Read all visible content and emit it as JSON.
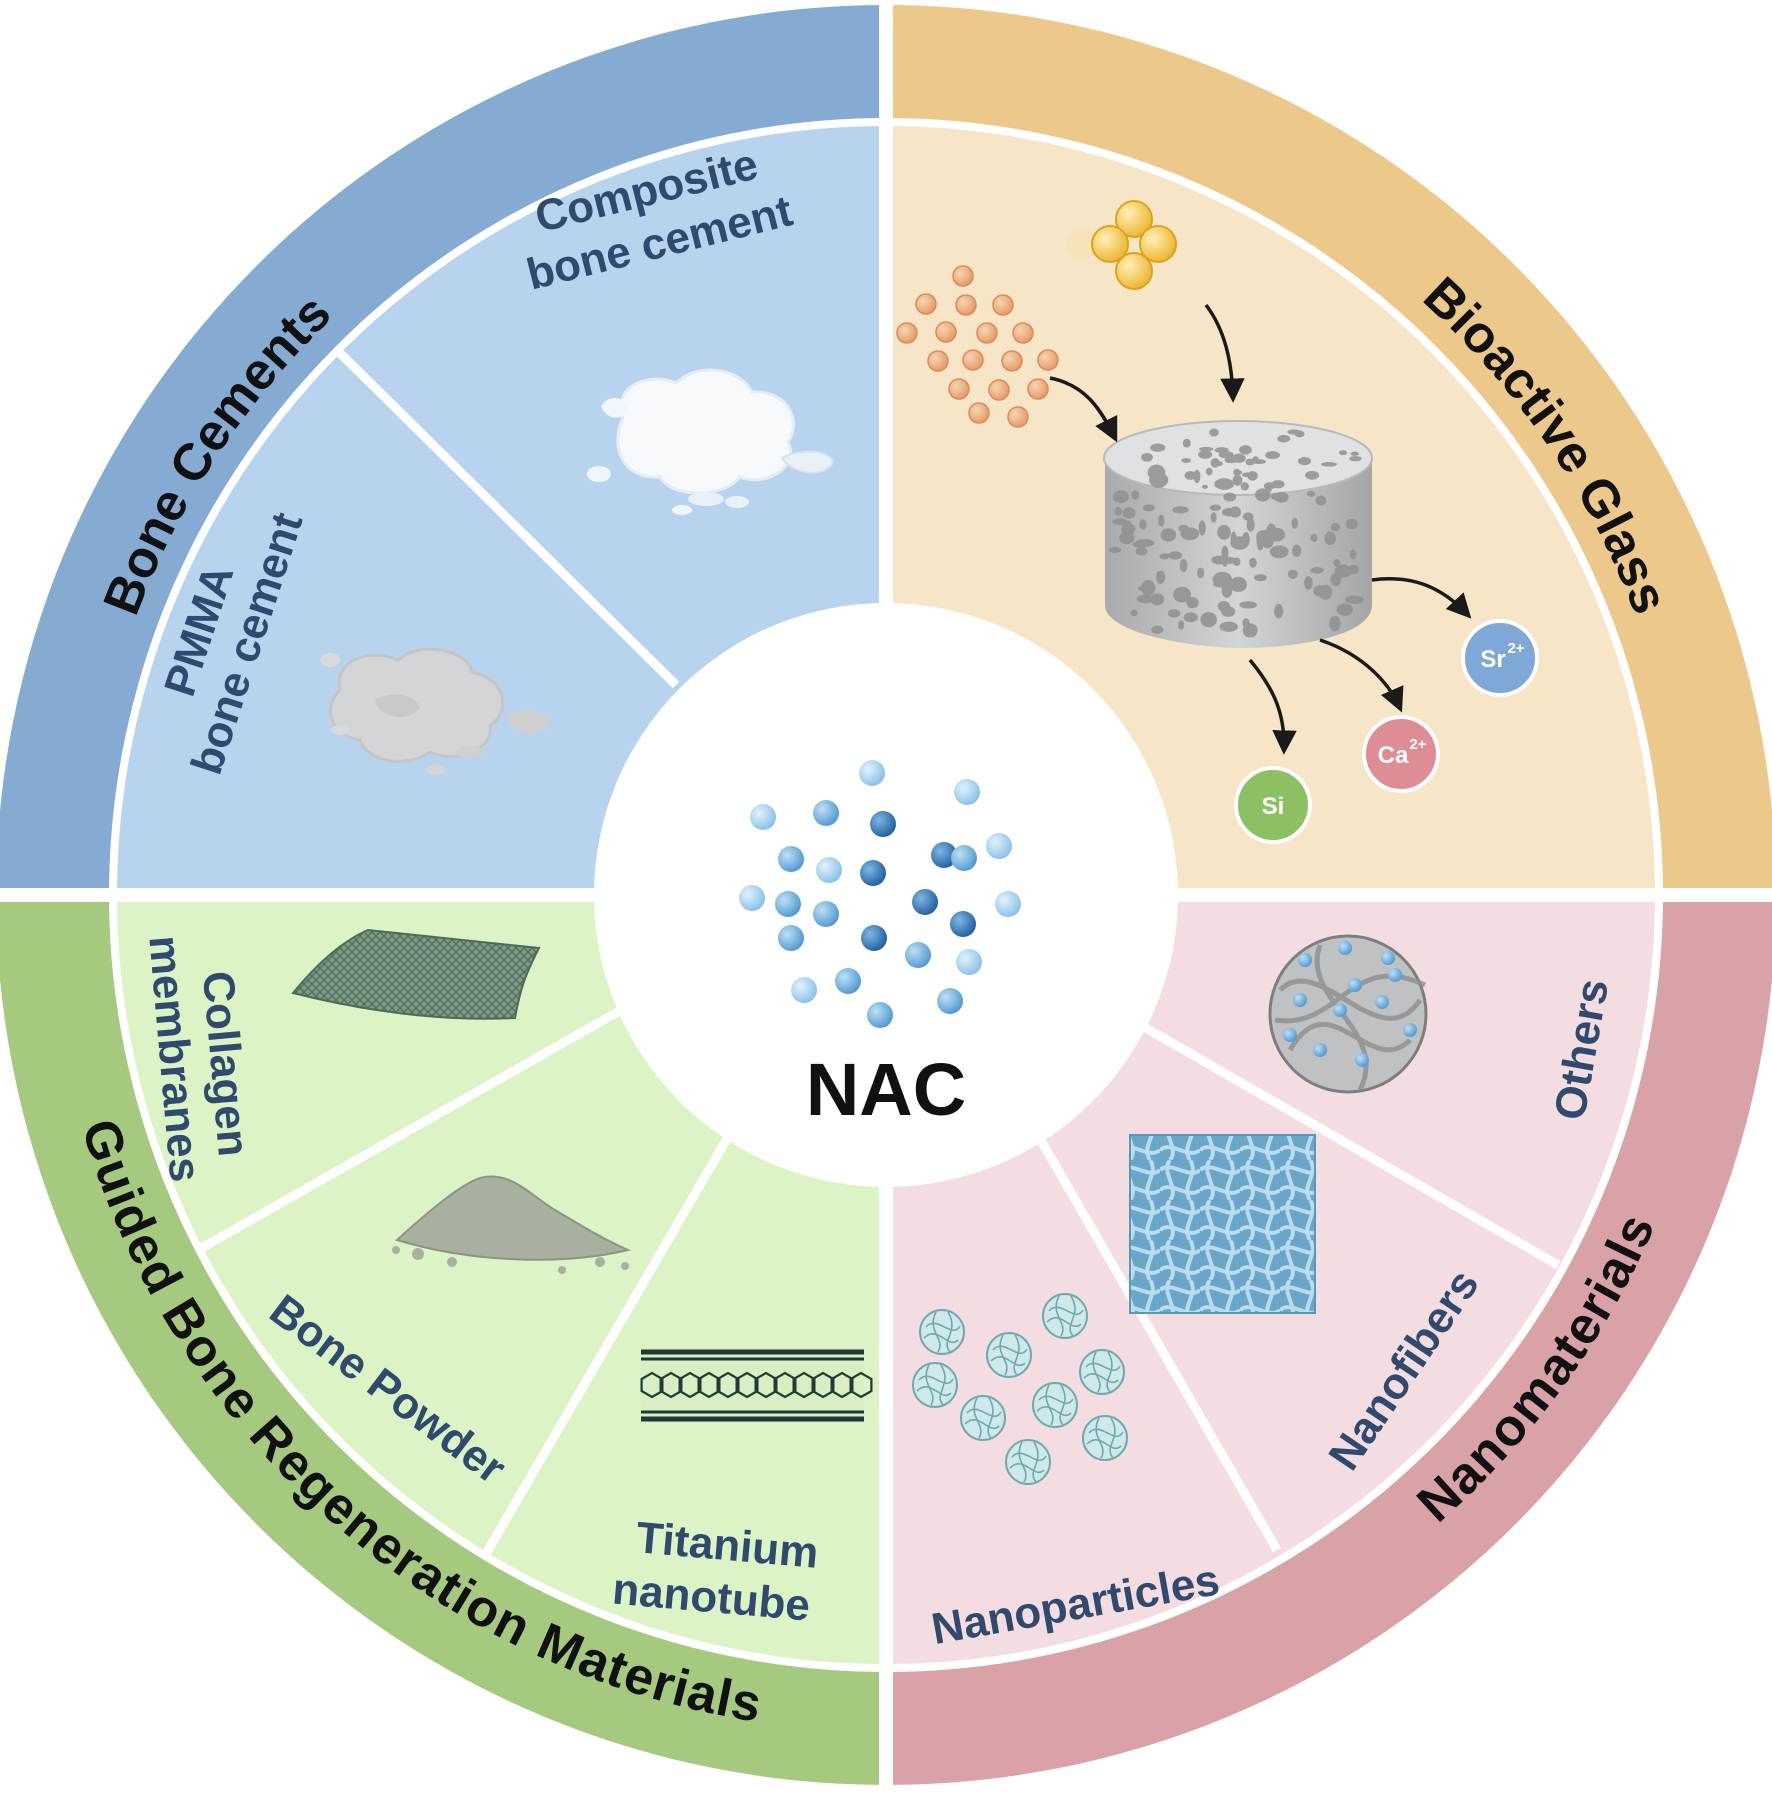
{
  "center": {
    "label": "NAC"
  },
  "categories": {
    "bone_cements": {
      "title": "Bone Cements",
      "items": [
        "PMMA",
        "bone cement",
        "Composite",
        "bone cement"
      ]
    },
    "bioactive_glass": {
      "title": "Bioactive Glass",
      "ions": {
        "sr": "Sr",
        "sr_charge": "2+",
        "ca": "Ca",
        "ca_charge": "2+",
        "si": "Si"
      }
    },
    "guided_bone": {
      "title": "Guided Bone Regeneration Materials",
      "items": [
        "Collagen",
        "membranes",
        "Bone Powder",
        "Titanium",
        "nanotube"
      ]
    },
    "nanomaterials": {
      "title": "Nanomaterials",
      "items": [
        "Nanoparticles",
        "Nanofibers",
        "Others"
      ]
    }
  },
  "colors": {
    "bone_cements_band": "#86abd2",
    "bone_cements_fill": "#b7d3ee",
    "bioactive_glass_band": "#ecc98a",
    "bioactive_glass_fill": "#f6e5c6",
    "guided_bone_band": "#a5c97e",
    "guided_bone_fill": "#dcf3c5",
    "nanomaterials_band": "#d9a2a7",
    "nanomaterials_fill": "#f3dde0",
    "sub_label_text": "#2f4a6e",
    "sr_ion": "#7ea8d8",
    "ca_ion": "#de8c95",
    "si_ion": "#8dc063"
  },
  "icons": [
    "powder-pile-icon",
    "porous-scaffold-icon",
    "mesh-membrane-icon",
    "nanotube-icon",
    "nanofiber-mesh-icon",
    "nanoparticle-icon",
    "fiber-ball-icon"
  ]
}
